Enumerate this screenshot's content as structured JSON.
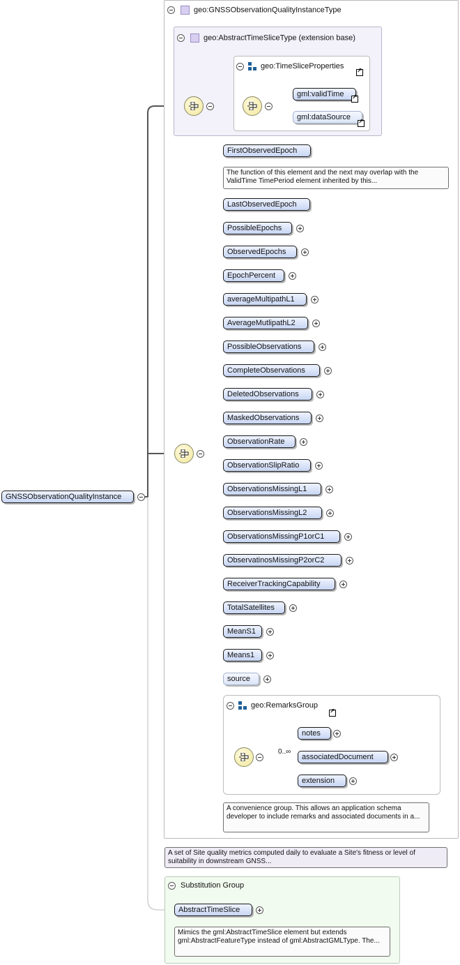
{
  "main_type": {
    "title": "geo:GNSSObservationQualityInstanceType"
  },
  "base_type": {
    "title": "geo:AbstractTimeSliceType (extension base)"
  },
  "time_slice_group": {
    "title": "geo:TimeSliceProperties",
    "items": [
      "gml:validTime",
      "gml:dataSource"
    ]
  },
  "root_element": "GNSSObservationQualityInstance",
  "elements": [
    "FirstObservedEpoch",
    "LastObservedEpoch",
    "PossibleEpochs",
    "ObservedEpochs",
    "EpochPercent",
    "averageMultipathL1",
    "AverageMutlipathL2",
    "PossibleObservations",
    "CompleteObservations",
    "DeletedObservations",
    "MaskedObservations",
    "ObservationRate",
    "ObservationSlipRatio",
    "ObservationsMissingL1",
    "ObservationsMissingL2",
    "ObservationsMissingP1orC1",
    "ObservatinosMissingP2orC2",
    "ReceiverTrackingCapability",
    "TotalSatellites",
    "MeanS1",
    "Means1",
    "source"
  ],
  "notes": {
    "first_epoch": "The function of this element and the next may overlap with the ValidTime TimePeriod element inherited by this...",
    "remarks": "A convenience group. This allows an application schema developer to include remarks and associated documents in a...",
    "type_doc": "A set of Site quality metrics computed daily to evaluate a Site's fitness or level of suitability in downstream GNSS...",
    "substitution_doc": "Mimics the gml:AbstractTimeSlice element but extends gml:AbstractFeatureType instead of gml:AbstractGMLType. The..."
  },
  "remarks_group": {
    "title": "geo:RemarksGroup",
    "occurrence": "0..∞",
    "items": [
      "notes",
      "associatedDocument",
      "extension"
    ]
  },
  "substitution_group": {
    "title": "Substitution Group",
    "item": "AbstractTimeSlice"
  },
  "colors": {
    "element_fill": "#c8d6f3",
    "sequence_fill": "#f1e79a",
    "base_fill": "#f3f1f9",
    "subst_fill": "#f2fbef"
  }
}
